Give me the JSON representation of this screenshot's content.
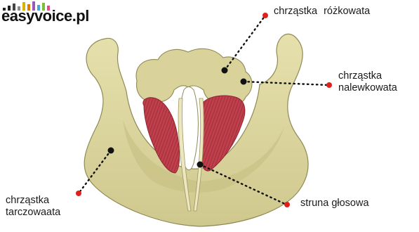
{
  "brand": {
    "name": "easyvoice.pl",
    "bar_colors": [
      "#222222",
      "#222222",
      "#444444",
      "#8a8a8a",
      "#d9b300",
      "#e07b00",
      "#9b59b6",
      "#4aa3df",
      "#7dbd3c",
      "#e04e8a"
    ]
  },
  "labels": {
    "rozkowata": "chrząstka  różkowata",
    "nalewkowata_line1": "chrząstka",
    "nalewkowata_line2": "nalewkowata",
    "struna": "struna głosowa",
    "tarczowata_line1": "chrząstka",
    "tarczowata_line2": "tarczowaata"
  },
  "colors": {
    "cartilage": "#dcd6a0",
    "cartilage_shadow": "#b8b178",
    "cartilage_outline": "#8f8a55",
    "muscle": "#c0404c",
    "muscle_dark": "#8e2530",
    "callout_red": "#e0201c",
    "callout_black": "#111111"
  }
}
